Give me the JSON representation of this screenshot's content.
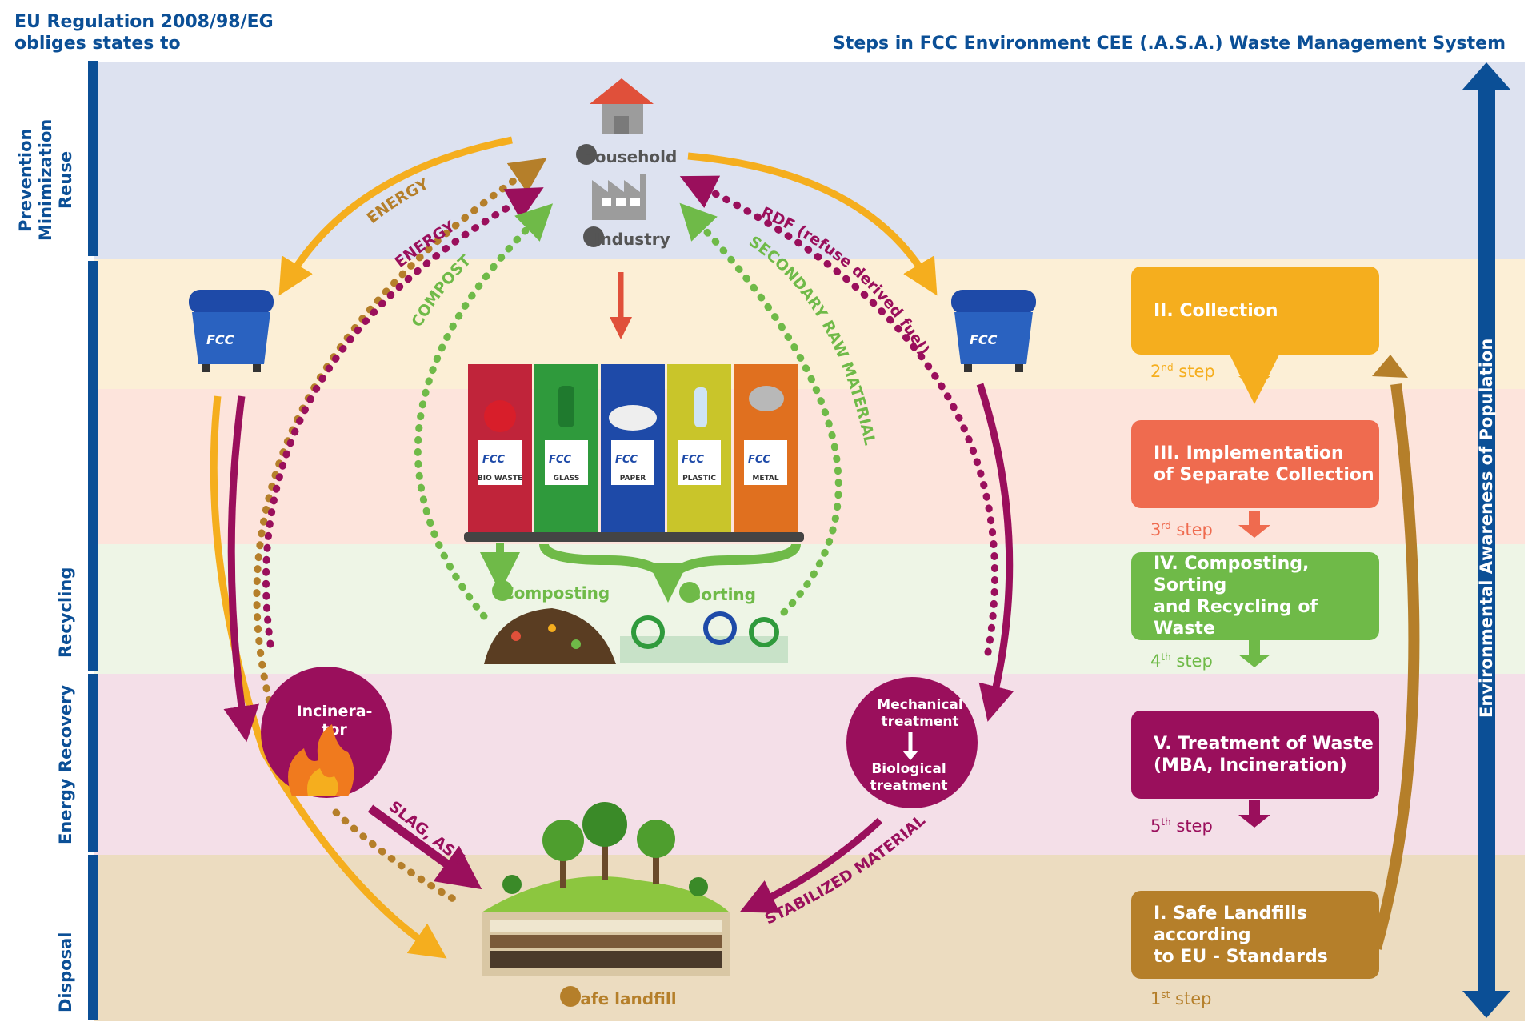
{
  "header": {
    "left_line1": "EU Regulation 2008/98/EG",
    "left_line2": "obliges states to",
    "right": "Steps in FCC Environment CEE (.A.S.A.) Waste Management System"
  },
  "hierarchy": {
    "prevention_lines": [
      "Prevention",
      "Minimization",
      "Reuse"
    ],
    "recycling": "Recycling",
    "energy_recovery": "Energy Recovery",
    "disposal": "Disposal"
  },
  "awareness": "Environmental   Awareness of Population",
  "nodes": {
    "household": "Household",
    "industry": "Industry",
    "composting": "Composting",
    "sorting": "Sorting",
    "landfill": "Safe landfill",
    "incinerator_line1": "Incinera-",
    "incinerator_line2": "tor",
    "mech_line1": "Mechanical",
    "mech_line2": "treatment",
    "bio_line1": "Biological",
    "bio_line2": "treatment"
  },
  "bins": [
    {
      "label": "BIO WASTE",
      "color": "#c0243a"
    },
    {
      "label": "GLASS",
      "color": "#2f9a3c"
    },
    {
      "label": "PAPER",
      "color": "#1e4aa8"
    },
    {
      "label": "PLASTIC",
      "color": "#c9c52a"
    },
    {
      "label": "METAL",
      "color": "#e0701f"
    }
  ],
  "brand_logo": "FCC",
  "flows": {
    "energy1": "ENERGY",
    "energy2": "ENERGY",
    "compost": "COMPOST",
    "rdf": "RDF (refuse derived fuel)",
    "secondary": "SECONDARY RAW MATERIAL",
    "slag": "SLAG, ASH",
    "stabilized": "STABILIZED MATERIAL"
  },
  "steps": [
    {
      "line1": "II. Collection",
      "line2": "",
      "color": "#f5ae1e",
      "num": "2",
      "sup": "nd",
      "word": "step"
    },
    {
      "line1": "III. Implementation",
      "line2": "of Separate Collection",
      "color": "#ef6b4f",
      "num": "3",
      "sup": "rd",
      "word": "step"
    },
    {
      "line1": "IV. Composting, Sorting",
      "line2": "and Recycling of Waste",
      "color": "#6fba48",
      "num": "4",
      "sup": "th",
      "word": "step"
    },
    {
      "line1": "V. Treatment of Waste",
      "line2": "(MBA, Incineration)",
      "color": "#9a0f5c",
      "num": "5",
      "sup": "th",
      "word": "step"
    },
    {
      "line1": "I. Safe Landfills according",
      "line2": "to EU - Standards",
      "color": "#b57f2a",
      "num": "1",
      "sup": "st",
      "word": "step"
    }
  ],
  "colors": {
    "band_prevention": "#dde2f0",
    "band_collection": "#fcefd6",
    "band_separate": "#fde4dc",
    "band_recycling": "#eef5e6",
    "band_energy": "#f4dfe8",
    "band_disposal": "#ecdcc0",
    "blue": "#0b4f96",
    "yellow": "#f5ae1e",
    "magenta": "#9a0f5c",
    "green": "#6fba48",
    "brown": "#b57f2a"
  }
}
